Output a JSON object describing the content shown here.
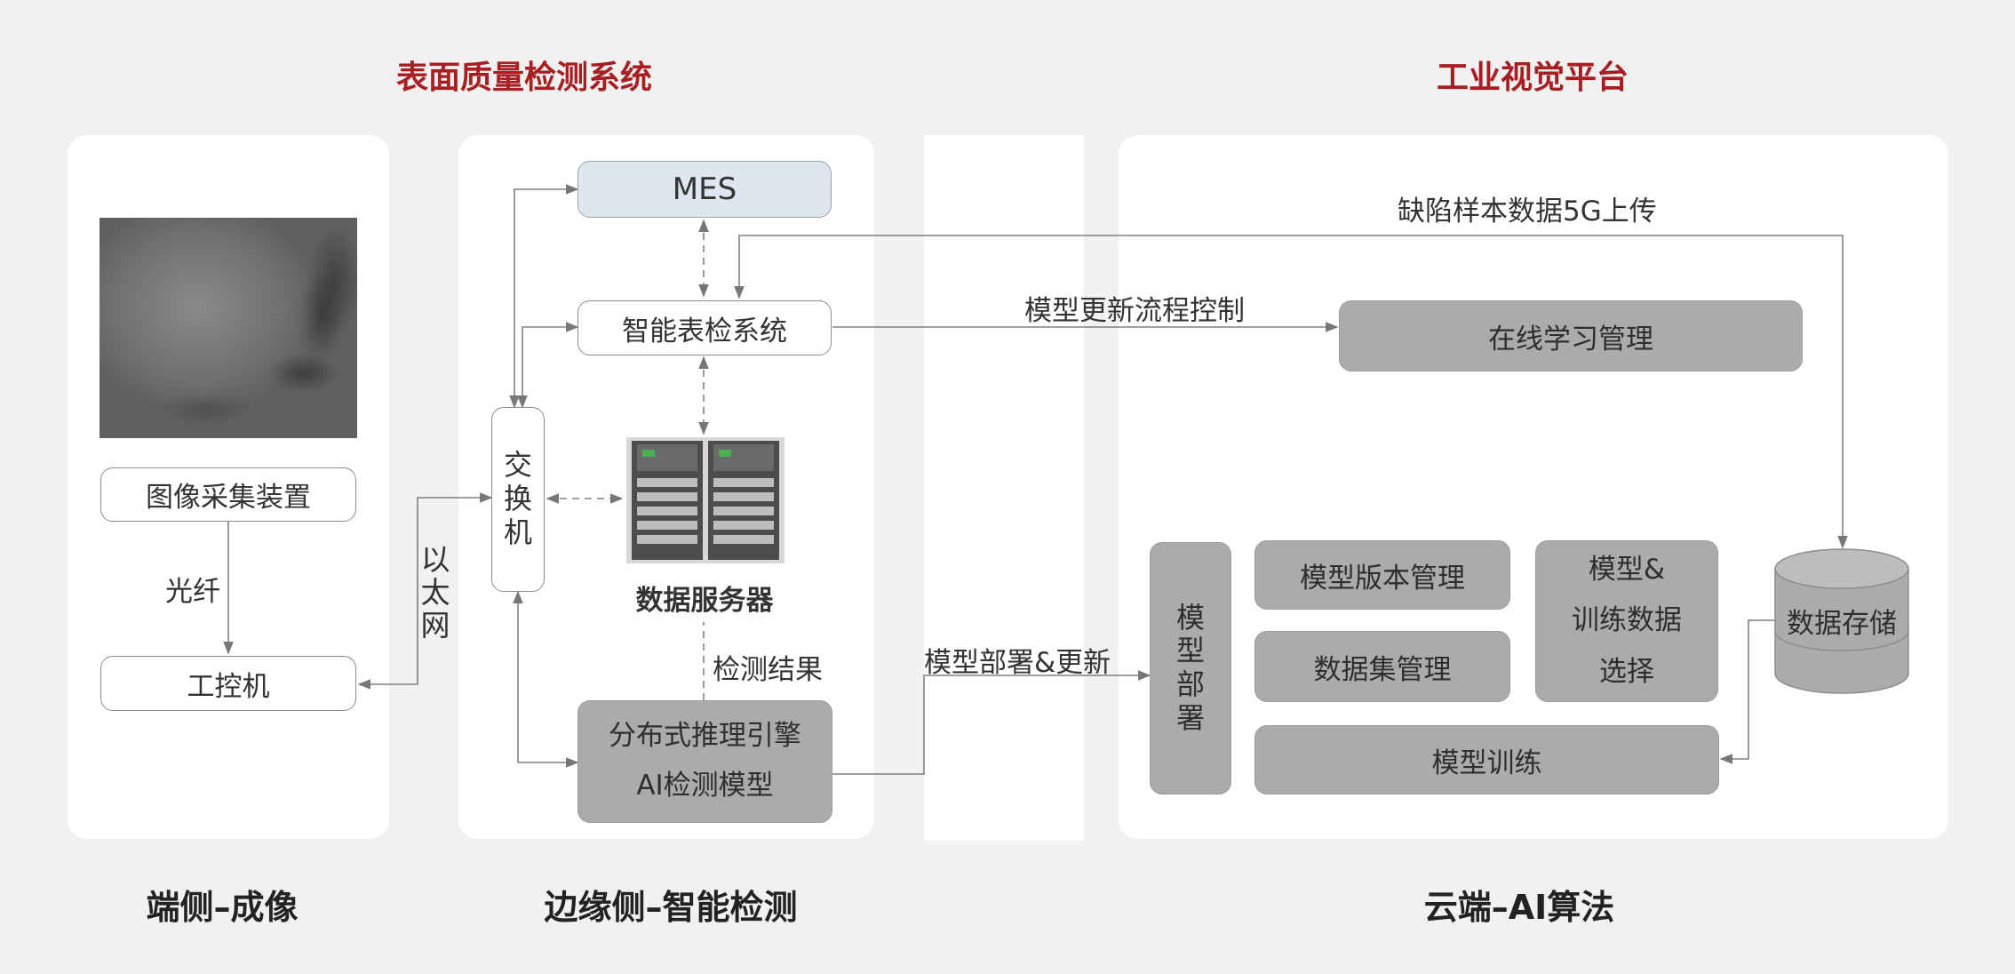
{
  "headings": {
    "surface_system": "表面质量检测系统",
    "vision_platform": "工业视觉平台"
  },
  "footers": {
    "end_side": "端侧–成像",
    "edge_side": "边缘侧–智能检测",
    "cloud_side": "云端–AI算法"
  },
  "end_side": {
    "image_capture": "图像采集装置",
    "fiber_label": "光纤",
    "ipc": "工控机"
  },
  "ethernet_label": [
    "以",
    "太",
    "网"
  ],
  "edge": {
    "mes": "MES",
    "inspection_system": "智能表检系统",
    "switch_chars": [
      "交",
      "换",
      "机"
    ],
    "data_server": "数据服务器",
    "detection_result": "检测结果",
    "engine_line1": "分布式推理引擎",
    "engine_line2": "AI检测模型"
  },
  "connections": {
    "upload_5g": "缺陷样本数据5G上传",
    "model_update_control": "模型更新流程控制",
    "deploy_update": "模型部署&更新"
  },
  "cloud": {
    "online_learning": "在线学习管理",
    "deploy_chars": [
      "模",
      "型",
      "部",
      "署"
    ],
    "version_mgmt": "模型版本管理",
    "dataset_mgmt": "数据集管理",
    "select_lines": [
      "模型&",
      "训练数据",
      "选择"
    ],
    "data_storage": "数据存储",
    "training": "模型训练"
  },
  "colors": {
    "heading_red": "#a81e22",
    "gray_box": "#ababab",
    "mes_blue": "#dfe6ef",
    "background": "#f1f1f1"
  }
}
